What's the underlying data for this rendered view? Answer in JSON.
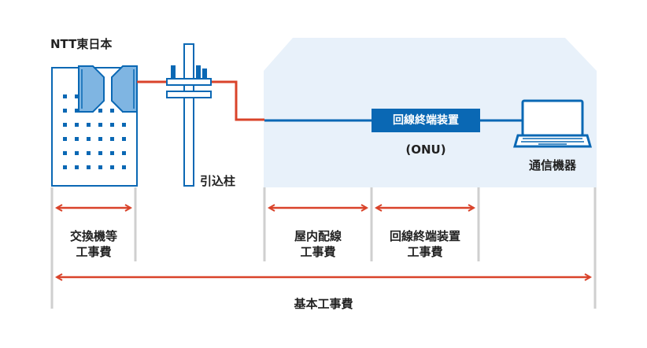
{
  "diagram": {
    "company": "NTT東日本",
    "pole_label": "引込柱",
    "onu_device": "回線終端装置",
    "onu_abbr": "(ONU)",
    "terminal_device": "通信機器",
    "costs": [
      {
        "line1": "交換機等",
        "line2": "工事費"
      },
      {
        "line1": "屋内配線",
        "line2": "工事費"
      },
      {
        "line1": "回線終端装置",
        "line2": "工事費"
      }
    ],
    "total_cost": "基本工事費"
  },
  "colors": {
    "blue": "#0a68b4",
    "red": "#d9432a",
    "light_blue_bg": "#e8f1fa",
    "gray": "#cfcfcf"
  }
}
